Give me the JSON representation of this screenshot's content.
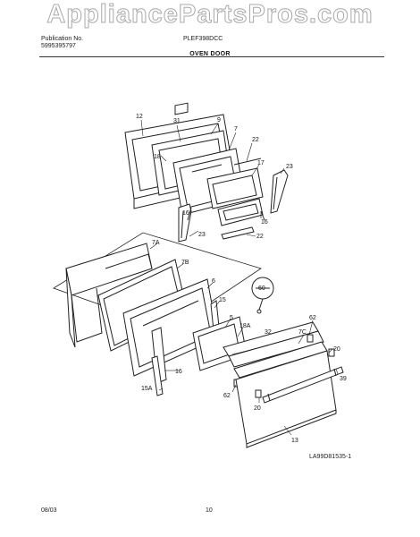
{
  "watermark": "AppliancePartsPros.com",
  "header": {
    "line1_left": "Publication No.",
    "line2_left": "5995395797",
    "line1_right": "PLEF398DCC",
    "section_title": "OVEN DOOR"
  },
  "callouts": {
    "c12": "12",
    "c31": "31",
    "c9": "9",
    "c7": "7",
    "c18": "18",
    "c22a": "22",
    "c17": "17",
    "c23a": "23",
    "c16a": "16",
    "c16b": "16",
    "c23b": "23",
    "c22b": "22",
    "c7a": "7A",
    "c7b": "7B",
    "c6": "6",
    "c15": "15",
    "c60": "60",
    "c5": "5",
    "c62a": "62",
    "c18a": "18A",
    "c32": "32",
    "c7c": "7C",
    "c20a": "20",
    "c39": "39",
    "c16c": "16",
    "c62b": "62",
    "c15a": "15A",
    "c20b": "20",
    "c13": "13"
  },
  "figure_code": "LA99D81535-1",
  "footer": {
    "date": "08/03",
    "page": "10"
  }
}
